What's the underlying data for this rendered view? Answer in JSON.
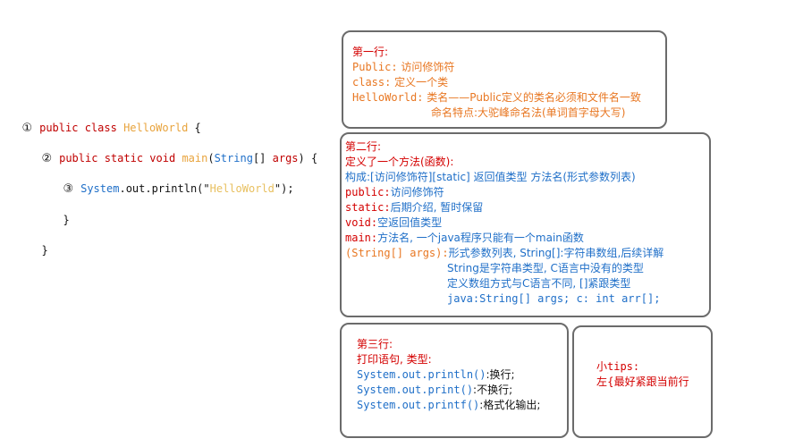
{
  "code": {
    "line1": {
      "num": "①",
      "kw1": "public",
      "kw2": "class",
      "name": "HelloWorld",
      "brace": "{"
    },
    "line2": {
      "num": "②",
      "kw1": "public",
      "kw2": "static",
      "kw3": "void",
      "method": "main",
      "paren_open": "(",
      "type": "String",
      "arr": "[]",
      "arg": "args",
      "paren_close": ")",
      "brace": "{"
    },
    "line3": {
      "num": "③",
      "obj": "System",
      "rest": ".out.println(",
      "q1": "\"",
      "str": "HelloWorld",
      "q2": "\"",
      "end": ");"
    },
    "line4": {
      "brace": "}"
    },
    "line5": {
      "brace": "}"
    }
  },
  "box1": {
    "title": "第一行:",
    "l1_key": "Public:",
    "l1_val": " 访问修饰符",
    "l2_key": "class:",
    "l2_val": " 定义一个类",
    "l3_key": "HelloWorld:",
    "l3_val": " 类名——Public定义的类名必须和文件名一致",
    "l4": "命名特点:大驼峰命名法(单词首字母大写)"
  },
  "box2": {
    "title": "第二行:",
    "subtitle": "定义了一个方法(函数):",
    "l1": "构成:[访问修饰符][static] 返回值类型 方法名(形式参数列表)",
    "l2_key": "public:",
    "l2_val": "访问修饰符",
    "l3_key": "static:",
    "l3_val": "后期介绍, 暂时保留",
    "l4_key": "void:",
    "l4_val": "空返回值类型",
    "l5_key": "main:",
    "l5_val": "方法名, 一个java程序只能有一个main函数",
    "l6_key": "(String[] args):",
    "l6_val": "形式参数列表, String[]:字符串数组,后续详解",
    "l7": "String是字符串类型, C语言中没有的类型",
    "l8": "定义数组方式与C语言不同, []紧跟类型",
    "l9": "java:String[] args; c: int arr[];"
  },
  "box3": {
    "title": "第三行:",
    "subtitle": "打印语句, 类型:",
    "l1_key": "System.out.println()",
    "l1_val": ":换行;",
    "l2_key": "System.out.print()",
    "l2_val": ":不换行;",
    "l3_key": "System.out.printf()",
    "l3_val": ":格式化输出;"
  },
  "box4": {
    "title": "小tips:",
    "text": "左{最好紧跟当前行"
  },
  "colors": {
    "red": "#d40000",
    "orange": "#e87722",
    "blue": "#1f6fc8",
    "border": "#6b6b6b"
  }
}
